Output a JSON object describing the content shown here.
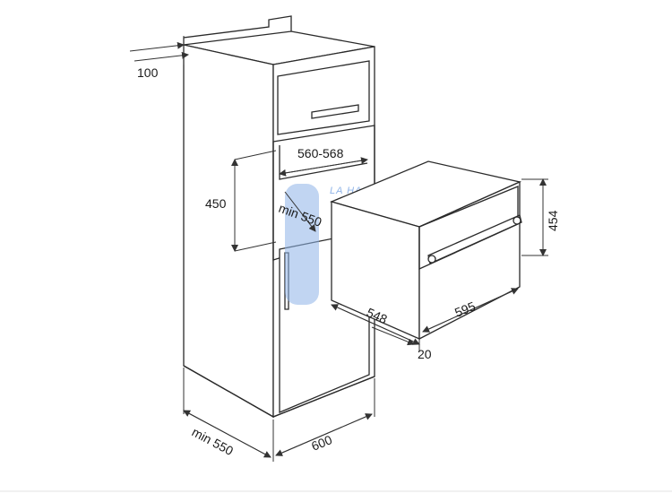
{
  "dimensions": {
    "top_depth": "100",
    "niche_width": "560-568",
    "niche_height": "450",
    "niche_depth": "min 550",
    "oven_height": "454",
    "oven_depth": "548",
    "oven_width": "595",
    "front_offset": "20",
    "cabinet_depth": "min 550",
    "cabinet_width": "600"
  },
  "watermark": {
    "text": "LA HAO"
  },
  "colors": {
    "line": "#2a2a2a",
    "watermark_blue": "#8fb4e8",
    "watermark_yellow": "#f3e27a"
  }
}
